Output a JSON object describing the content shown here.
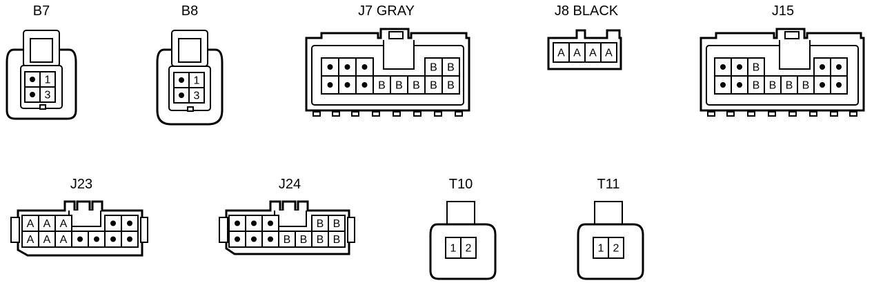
{
  "connectors": [
    {
      "label": "B7",
      "rows": [
        [
          "dot",
          "1"
        ],
        [
          "dot",
          "3"
        ]
      ]
    },
    {
      "label": "B8",
      "rows": [
        [
          "dot",
          "1"
        ],
        [
          "dot",
          "3"
        ]
      ]
    },
    {
      "label": "J7  GRAY",
      "rows": [
        [
          "dot",
          "dot",
          "dot",
          "",
          "",
          "",
          "B",
          "B"
        ],
        [
          "dot",
          "dot",
          "dot",
          "B",
          "B",
          "B",
          "B",
          "B"
        ]
      ]
    },
    {
      "label": "J8  BLACK",
      "rows": [
        [
          "A",
          "A",
          "A",
          "A"
        ]
      ]
    },
    {
      "label": "J15",
      "rows": [
        [
          "dot",
          "dot",
          "B",
          "",
          "",
          "",
          "dot",
          "dot"
        ],
        [
          "dot",
          "dot",
          "B",
          "B",
          "B",
          "B",
          "dot",
          "dot"
        ]
      ]
    },
    {
      "label": "J23",
      "rows": [
        [
          "A",
          "A",
          "A",
          "",
          "",
          "dot",
          "dot"
        ],
        [
          "A",
          "A",
          "A",
          "dot",
          "dot",
          "dot",
          "dot"
        ]
      ]
    },
    {
      "label": "J24",
      "rows": [
        [
          "dot",
          "dot",
          "dot",
          "",
          "",
          "B",
          "B"
        ],
        [
          "dot",
          "dot",
          "dot",
          "B",
          "B",
          "B",
          "B"
        ]
      ]
    },
    {
      "label": "T10",
      "rows": [
        [
          "1",
          "2"
        ]
      ]
    },
    {
      "label": "T11",
      "rows": [
        [
          "1",
          "2"
        ]
      ]
    }
  ]
}
